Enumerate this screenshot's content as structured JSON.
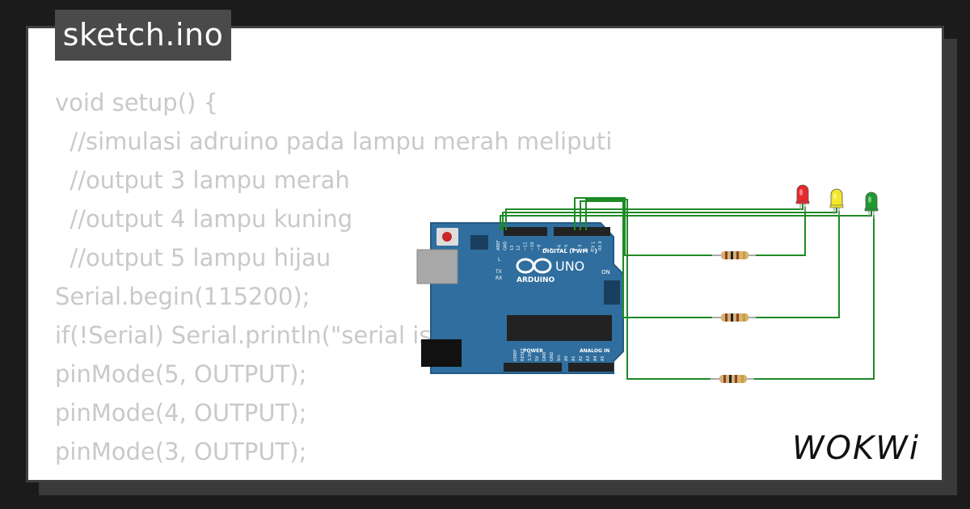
{
  "tab": {
    "filename": "sketch.ino"
  },
  "code_lines": [
    "void setup() {",
    "  //simulasi adruino pada lampu merah meliputi",
    "  //output 3 lampu merah",
    "  //output 4 lampu kuning",
    "  //output 5 lampu hijau",
    "Serial.begin(115200);",
    "if(!Serial) Serial.println(\"serial is",
    "pinMode(5, OUTPUT);",
    "pinMode(4, OUTPUT);",
    "pinMode(3, OUTPUT);",
    "}"
  ],
  "board": {
    "name": "UNO",
    "brand": "ARDUINO",
    "digital_label": "DIGITAL (PWM ~)",
    "on_label": "ON",
    "tx_label": "TX",
    "rx_label": "RX",
    "l_label": "L",
    "power_label": "POWER",
    "analog_label": "ANALOG IN",
    "top_pins": [
      "AREF",
      "GND",
      "13",
      "12",
      "~11",
      "~10",
      "~9",
      "8",
      "7",
      "~6",
      "~5",
      "4",
      "~3",
      "2",
      "TX 1",
      "RX 0"
    ],
    "bottom_pins": [
      "IOREF",
      "RESET",
      "3.3V",
      "5V",
      "GND",
      "GND",
      "Vin",
      "A0",
      "A1",
      "A2",
      "A3",
      "A4",
      "A5"
    ]
  },
  "leds": [
    {
      "color_name": "red",
      "color": "#e8292b"
    },
    {
      "color_name": "yellow",
      "color": "#f2e72a"
    },
    {
      "color_name": "green",
      "color": "#1e9a2e"
    }
  ],
  "colors": {
    "wire": "#1e8a26",
    "board": "#2f6e9e",
    "board_dark": "#245a84",
    "code_text": "#c9c9c9",
    "tab_bg": "#4a4a4a"
  },
  "logo": {
    "text": "WOKWi"
  }
}
